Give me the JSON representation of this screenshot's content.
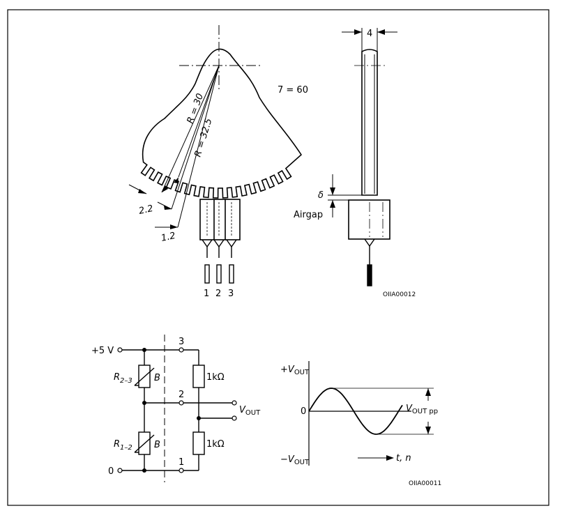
{
  "gear": {
    "teeth_label": "7 = 60",
    "radius_outer": "R = 32.5",
    "radius_inner": "R = 30",
    "dim_tooth_height": "2.2",
    "dim_tooth_width": "1.2"
  },
  "sensor": {
    "pins": [
      "1",
      "2",
      "3"
    ]
  },
  "side_view": {
    "width_dim": "4",
    "gap_symbol": "δ",
    "airgap_label": "Airgap",
    "figure_code": "OIIA00012"
  },
  "circuit": {
    "supply": "+5 V",
    "ground": "0",
    "r23_main": "R",
    "r23_sub": "2–3",
    "r12_main": "R",
    "r12_sub": "1–2",
    "field": "B",
    "r_fixed": "1kΩ",
    "node_top": "3",
    "node_mid": "2",
    "node_bottom": "1",
    "vout_main": "V",
    "vout_sub": "OUT"
  },
  "waveform": {
    "y_pos_sign": "+",
    "y_neg_sign": "−",
    "v_main": "V",
    "v_sub": "OUT",
    "zero": "0",
    "vpp_sub": "OUT pp",
    "x_label": "t, n",
    "figure_code": "OIIA00011"
  }
}
